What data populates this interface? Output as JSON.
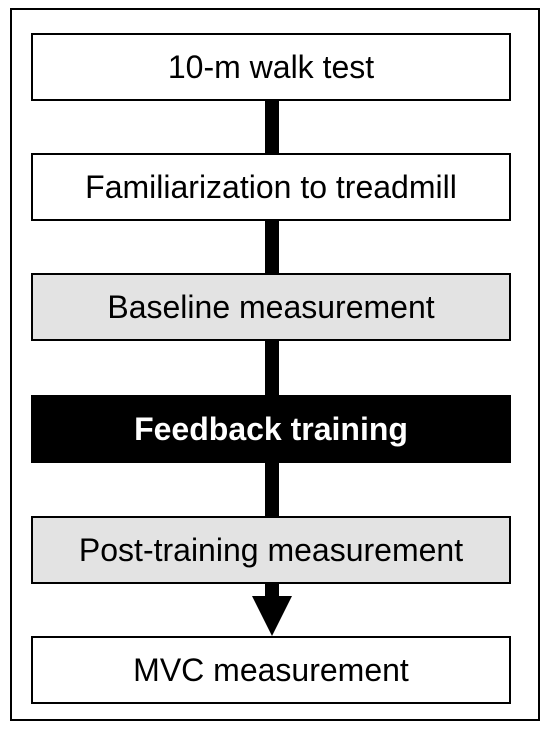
{
  "steps": [
    {
      "label": "10-m walk test",
      "fill": "#ffffff"
    },
    {
      "label": "Familiarization to treadmill",
      "fill": "#ffffff"
    },
    {
      "label": "Baseline measurement",
      "fill": "#e3e3e3"
    },
    {
      "label": "Feedback training",
      "fill": "#000000"
    },
    {
      "label": "Post-training measurement",
      "fill": "#e3e3e3"
    },
    {
      "label": "MVC measurement",
      "fill": "#ffffff"
    }
  ]
}
